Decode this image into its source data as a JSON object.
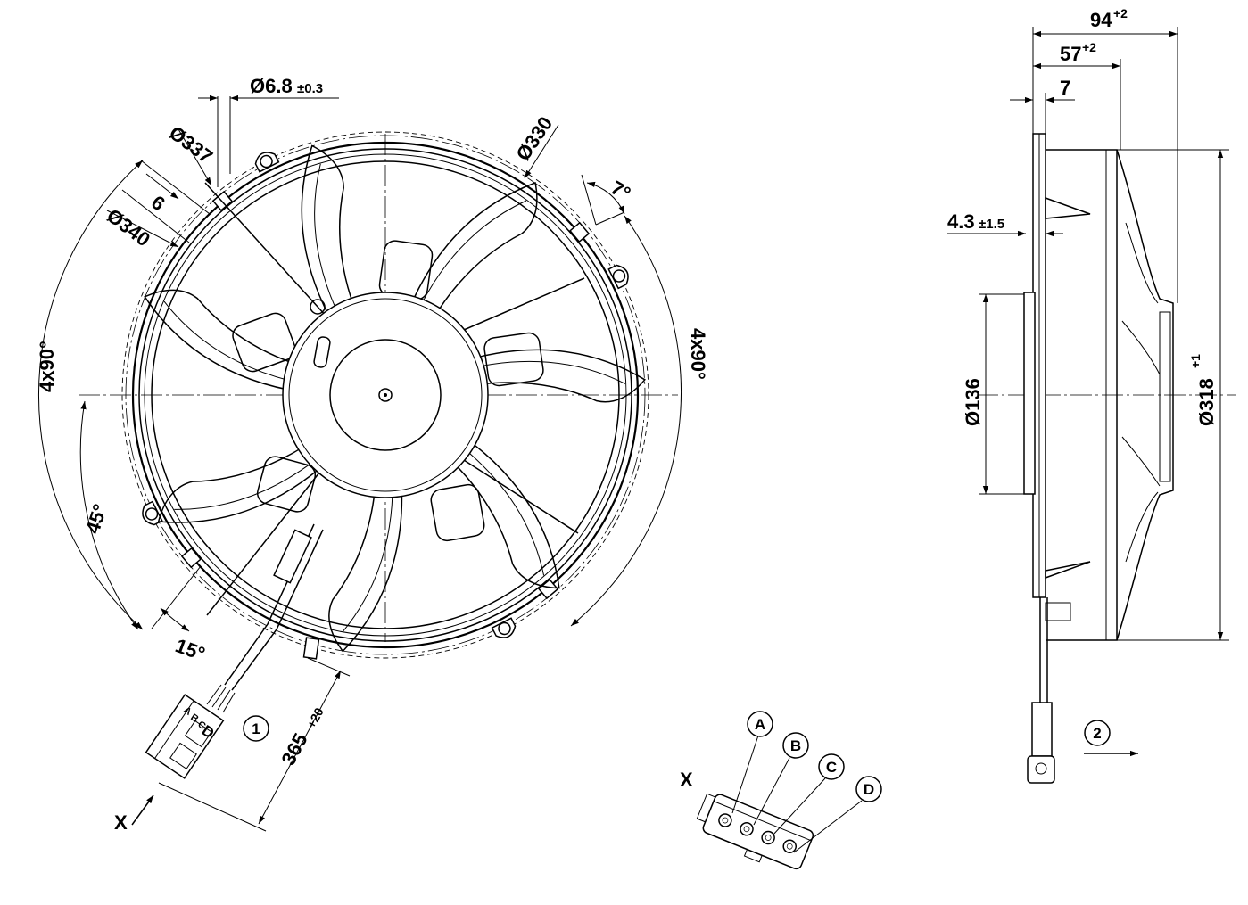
{
  "front_view": {
    "dims": {
      "bolt_hole": "Ø6.8",
      "bolt_hole_tol": "±0.3",
      "d337": "Ø337",
      "d330": "Ø330",
      "d340": "Ø340",
      "six": "6",
      "seven": "7°",
      "angle_left": "4x90°",
      "angle_right": "4x90°",
      "angle_45": "45°",
      "angle_15": "15°",
      "cable_length": "365",
      "cable_length_tol": "+20"
    },
    "connector_letters": [
      "D",
      "C",
      "B",
      "A"
    ],
    "item_1": "1",
    "view_mark": "X"
  },
  "side_view": {
    "dims": {
      "overall_depth": "94",
      "overall_depth_tol": "+2",
      "depth_57": "57",
      "depth_57_tol": "+2",
      "flange_7": "7",
      "offset_43": "4.3",
      "offset_43_tol": "±1.5",
      "hub_dia": "Ø136",
      "impeller_dia": "Ø318",
      "impeller_dia_tol": "+1"
    },
    "item_2": "2"
  },
  "detail_x": {
    "label": "X",
    "pins": [
      "A",
      "B",
      "C",
      "D"
    ]
  }
}
